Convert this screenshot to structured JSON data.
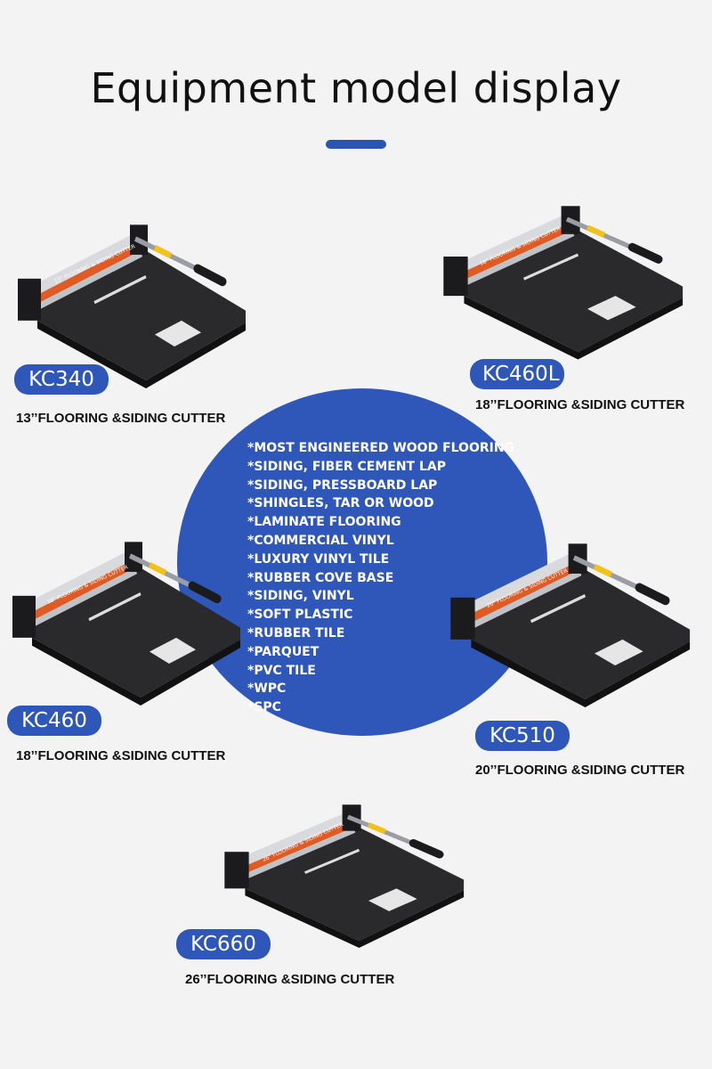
{
  "page": {
    "title": "Equipment model display",
    "accent_color": "#2f57b9"
  },
  "features": [
    "*MOST ENGINEERED WOOD FLOORING",
    "*SIDING, FIBER CEMENT LAP",
    "*SIDING, PRESSBOARD LAP",
    "*SHINGLES, TAR OR WOOD",
    "*LAMINATE FLOORING",
    "*COMMERCIAL VINYL",
    "*LUXURY VINYL TILE",
    "*RUBBER COVE BASE",
    "*SIDING, VINYL",
    "*SOFT PLASTIC",
    "*RUBBER TILE",
    "*PARQUET",
    "*PVC TILE",
    "*WPC",
    "*SPC"
  ],
  "products": [
    {
      "model": "KC340",
      "caption": "13’’FLOORING &SIDING CUTTER",
      "label": "13\" FLOORING & SIDING CUTTER"
    },
    {
      "model": "KC460L",
      "caption": "18’’FLOORING &SIDING CUTTER",
      "label": "18\" FLOORING & SIDING CUTTER"
    },
    {
      "model": "KC460",
      "caption": "18’’FLOORING &SIDING CUTTER",
      "label": "18\" FLOORING & SIDING CUTTER"
    },
    {
      "model": "KC510",
      "caption": "20’’FLOORING &SIDING CUTTER",
      "label": "20\" FLOORING & SIDING CUTTER"
    },
    {
      "model": "KC660",
      "caption": "26’’FLOORING &SIDING CUTTER",
      "label": "26\" FLOORING & SIDING CUTTER"
    }
  ]
}
